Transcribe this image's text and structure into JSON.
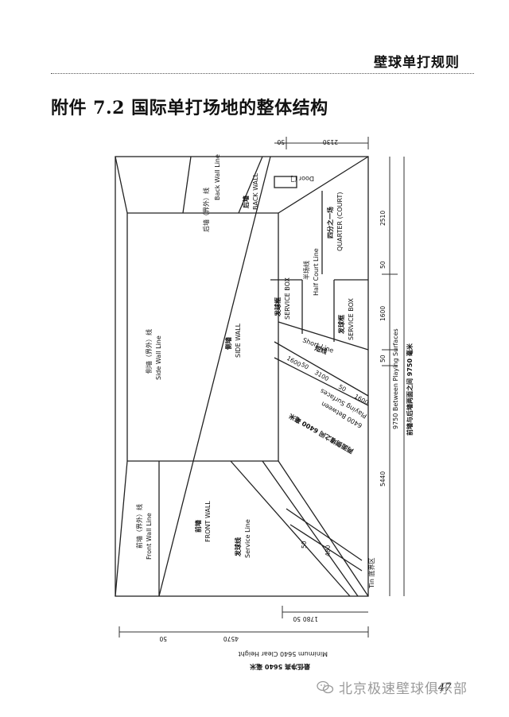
{
  "header": {
    "title": "壁球单打规则"
  },
  "section": {
    "title": "附件 7.2 国际单打场地的整体结构"
  },
  "diagram": {
    "back_wall_line": "后墙（界外）线",
    "back_wall_line_en": "Back Wall Line",
    "back_wall": "后墙",
    "back_wall_en": "BACK WALL",
    "door": "Door 门",
    "quarter_court": "四分之一场",
    "quarter_court_en": "QUARTER (COURT)",
    "half_court": "半场线",
    "half_court_en": "Half Court Line",
    "service_box_1": "发球框",
    "service_box_1_en": "SERVICE BOX",
    "service_box_2": "发球框",
    "service_box_2_en": "SERVICE BOX",
    "short_line": "短线",
    "short_line_en": "Short Line",
    "side_wall_line": "侧墙（界外）线",
    "side_wall_line_en": "Side Wall Line",
    "side_wall": "侧墙",
    "side_wall_en": "SIDE WALL",
    "front_wall": "前墙",
    "front_wall_en": "FRONT WALL",
    "front_wall_line": "前墙（界外）线",
    "front_wall_line_en": "Front Wall Line",
    "service_line": "发球线",
    "service_line_en": "Service Line",
    "tin": "Tin 底界区",
    "between_cn": "两面侧墙之间 6400 毫米",
    "between_en1": "6400 Between",
    "between_en2": "Playing Surfaces",
    "length_en": "9750 Between Playing Surfaces",
    "length_cn": "前墙与后墙两面之间 9750 毫米",
    "height_en": "Minimum 5640 Clear Height",
    "height_cn": "最低净高 5640 毫米",
    "dims": {
      "d2130": "2130",
      "d50_top": "50",
      "d2510": "2510",
      "d50_r1": "50",
      "d1600_r": "1600",
      "d50_r2": "50",
      "d5440": "5440",
      "d1600_a": "1600",
      "d50_a": "50",
      "d3100": "3100",
      "d50_b": "50",
      "d1600_b": "1600",
      "d50_tin": "50",
      "d480": "480",
      "d1780": "1780",
      "d50_bot": "50",
      "d4570": "4570",
      "d50_h": "50"
    }
  },
  "page_number": "47",
  "watermark": {
    "text": "北京极速壁球俱乐部",
    "icon": "wechat-icon"
  }
}
